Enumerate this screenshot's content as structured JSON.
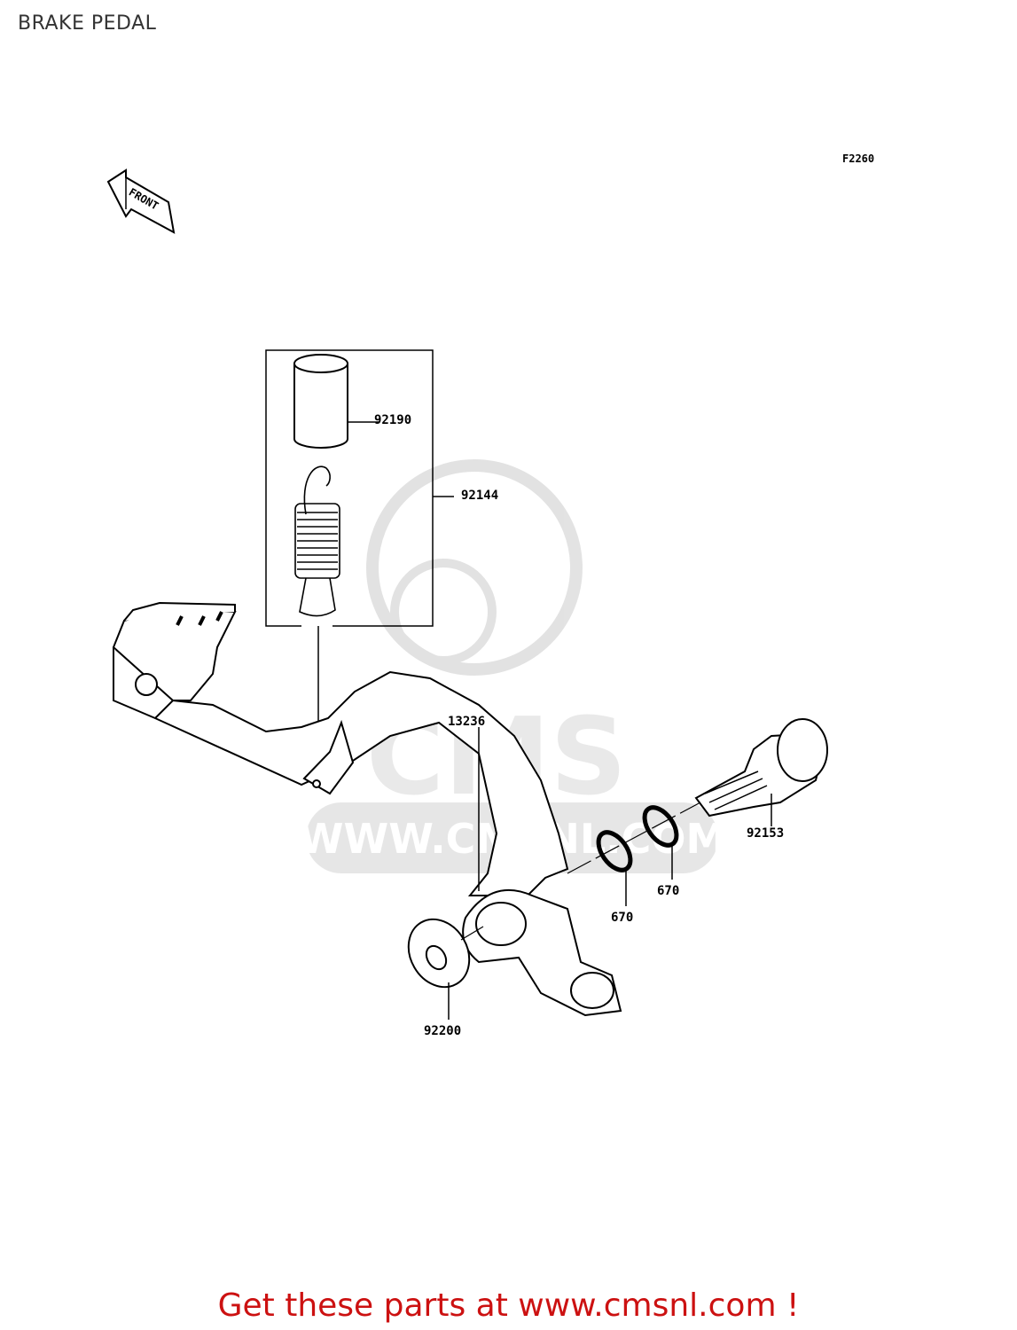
{
  "page": {
    "title": "BRAKE PEDAL",
    "diagram_code": "F2260"
  },
  "orientation": {
    "label": "FRONT",
    "icon": "front-arrow-icon"
  },
  "watermark": {
    "logo_text": "CMS",
    "url_text": "WWW.CMSNL.COM"
  },
  "parts": [
    {
      "number": "92190"
    },
    {
      "number": "92144"
    },
    {
      "number": "13236"
    },
    {
      "number": "92153"
    },
    {
      "number": "670"
    },
    {
      "number": "670"
    },
    {
      "number": "92200"
    }
  ],
  "footer": {
    "text": "Get these parts at www.cmsnl.com !",
    "color": "#cc1111"
  }
}
